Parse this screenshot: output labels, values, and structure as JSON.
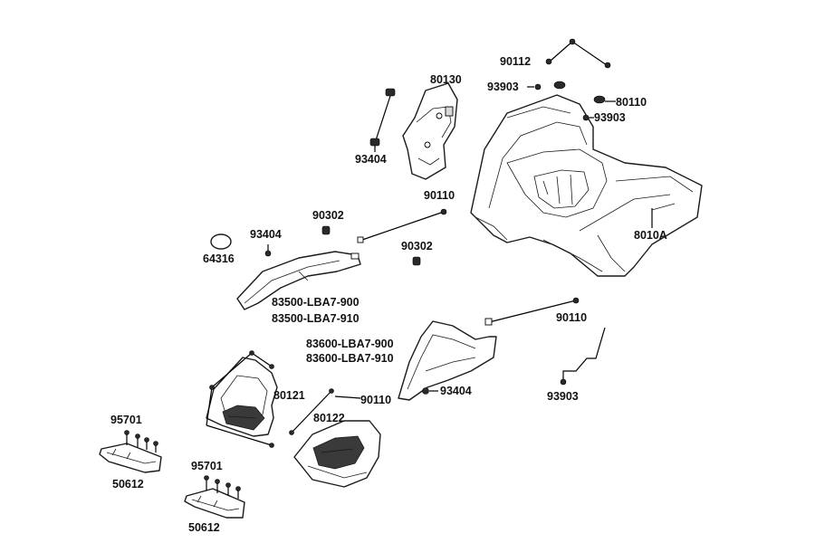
{
  "labels": {
    "p90112": "90112",
    "p80130": "80130",
    "p93903_a": "93903",
    "p80110": "80110",
    "p93903_b": "93903",
    "p93404_a": "93404",
    "p90110_a": "90110",
    "p90302_a": "90302",
    "p93404_b": "93404",
    "p90302_b": "90302",
    "p8010A": "8010A",
    "p64316": "64316",
    "p83500_900": "83500-LBA7-900",
    "p83500_910": "83500-LBA7-910",
    "p90110_b": "90110",
    "p83600_900": "83600-LBA7-900",
    "p83600_910": "83600-LBA7-910",
    "p80121": "80121",
    "p90110_c": "90110",
    "p93404_c": "93404",
    "p93903_c": "93903",
    "p95701_a": "95701",
    "p80122": "80122",
    "p50612_a": "50612",
    "p95701_b": "95701",
    "p50612_b": "50612"
  }
}
